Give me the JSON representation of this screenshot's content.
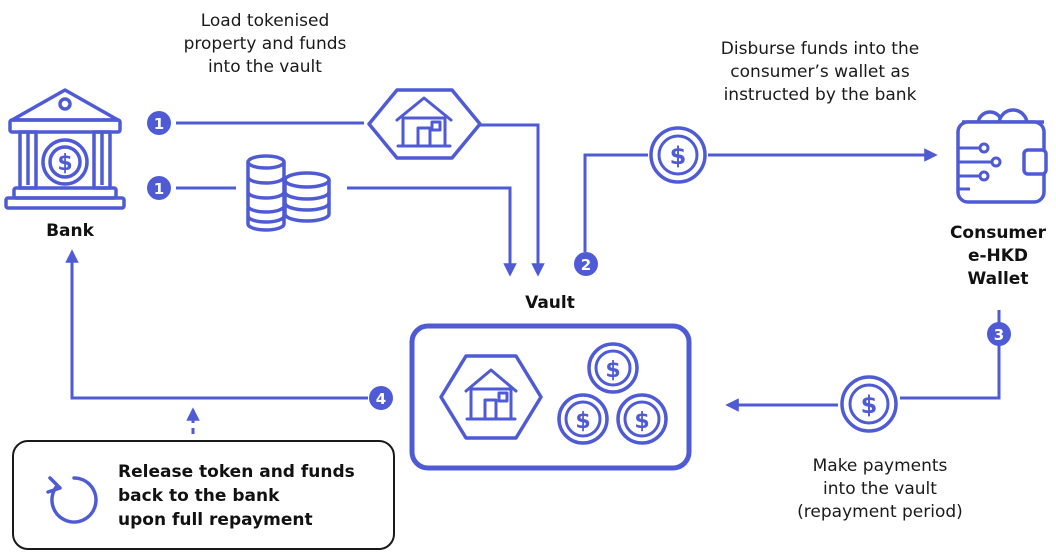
{
  "captions": {
    "load": "Load tokenised\nproperty and funds\ninto the vault",
    "disburse": "Disburse funds into the\nconsumer’s wallet as\ninstructed by the bank",
    "payments": "Make payments\ninto the vault\n(repayment period)"
  },
  "labels": {
    "bank": "Bank",
    "vault": "Vault",
    "wallet": "Consumer\ne-HKD\nWallet"
  },
  "release": {
    "text": "Release token and funds\nback to the bank\nupon full repayment"
  },
  "steps": {
    "load_property": "1",
    "load_funds": "1",
    "disburse": "2",
    "payments": "3",
    "release": "4"
  },
  "icons": {
    "dollar_glyph": "$"
  },
  "colors": {
    "accent": "#4f5bd5",
    "ink": "#111111"
  }
}
